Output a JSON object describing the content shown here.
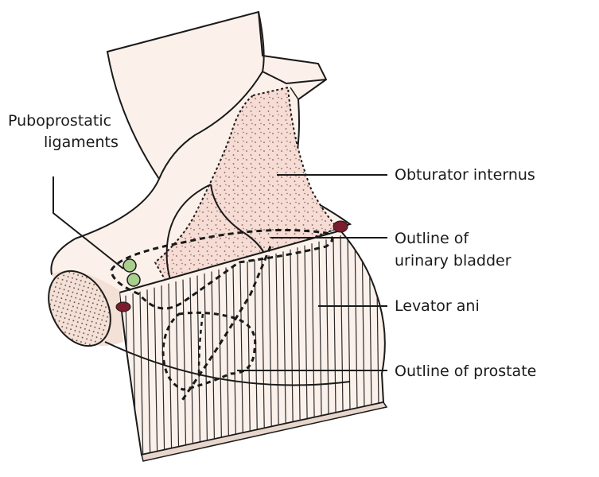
{
  "labels": {
    "puboprostatic_line1": "Puboprostatic",
    "puboprostatic_line2": "ligaments",
    "obturator_internus": "Obturator internus",
    "urinary_bladder_line1": "Outline of",
    "urinary_bladder_line2": "urinary bladder",
    "levator_ani": "Levator ani",
    "prostate": "Outline of prostate"
  },
  "colors": {
    "outline": "#1a1a1a",
    "background_tissue": "#fbf1ea",
    "obturator_fill": "#f5dcd4",
    "pubis_fill": "#f3e0d6",
    "ligament_green": "#a9cf8e",
    "vessel_maroon": "#7a1d2e"
  }
}
